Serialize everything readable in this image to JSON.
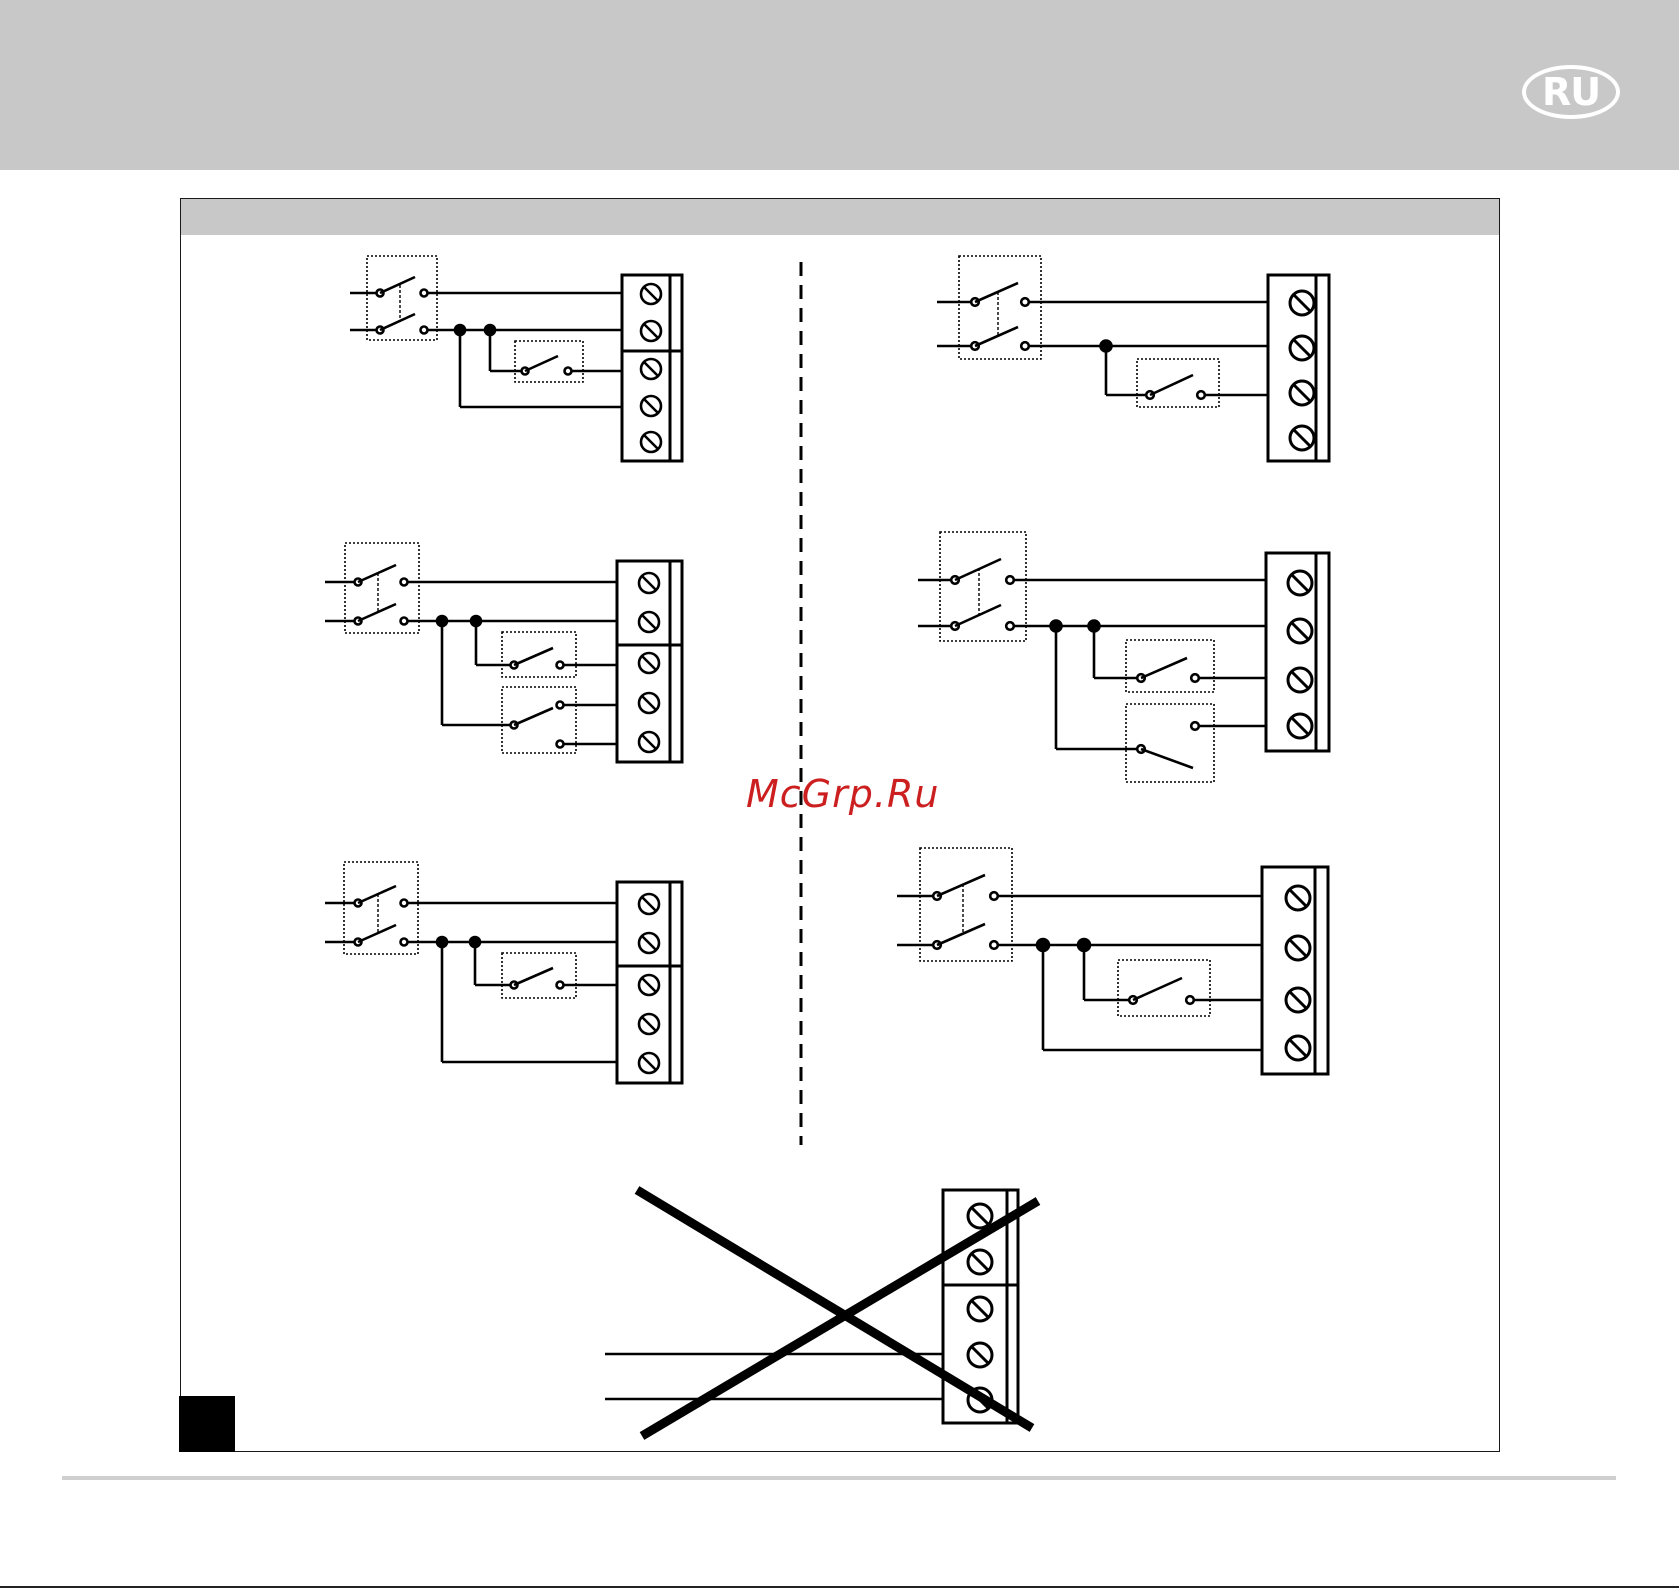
{
  "header": {
    "language_badge": "RU"
  },
  "watermark": {
    "text": "McGrp.Ru"
  },
  "colors": {
    "header_band": "#c8c8c8",
    "ink": "#000000",
    "watermark": "#cc1f1f"
  },
  "diagrams": [
    {
      "id": "left-top",
      "column": "left",
      "terminals": 5,
      "relay_blocks": 1
    },
    {
      "id": "left-middle",
      "column": "left",
      "terminals": 5,
      "relay_blocks": 2
    },
    {
      "id": "left-bottom",
      "column": "left",
      "terminals": 5,
      "relay_blocks": 1
    },
    {
      "id": "right-top",
      "column": "right",
      "terminals": 4,
      "relay_blocks": 1
    },
    {
      "id": "right-middle",
      "column": "right",
      "terminals": 4,
      "relay_blocks": 2
    },
    {
      "id": "right-bottom",
      "column": "right",
      "terminals": 4,
      "relay_blocks": 1
    },
    {
      "id": "incorrect-wiring",
      "column": "center",
      "terminals": 5,
      "relay_blocks": 0,
      "crossed_out": true
    }
  ]
}
